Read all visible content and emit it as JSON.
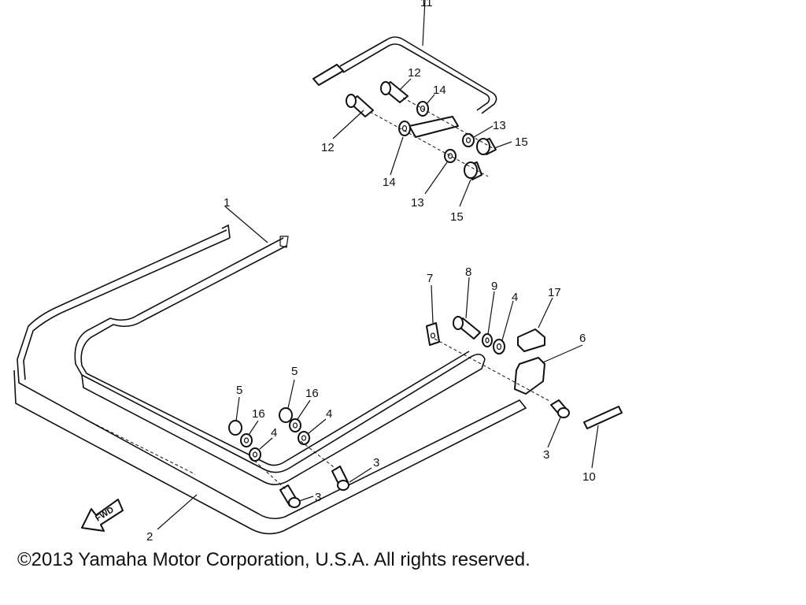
{
  "labels": {
    "p1": "1",
    "p2": "2",
    "p3a": "3",
    "p3b": "3",
    "p3c": "3",
    "p4a": "4",
    "p4b": "4",
    "p4c": "4",
    "p5a": "5",
    "p5b": "5",
    "p6": "6",
    "p7": "7",
    "p8": "8",
    "p9": "9",
    "p10": "10",
    "p11": "11",
    "p12a": "12",
    "p12b": "12",
    "p13a": "13",
    "p13b": "13",
    "p14a": "14",
    "p14b": "14",
    "p15a": "15",
    "p15b": "15",
    "p16a": "16",
    "p16b": "16",
    "p17": "17"
  },
  "fwd_label": "FWD",
  "copyright": "©2013 Yamaha Motor Corporation, U.S.A. All rights reserved."
}
